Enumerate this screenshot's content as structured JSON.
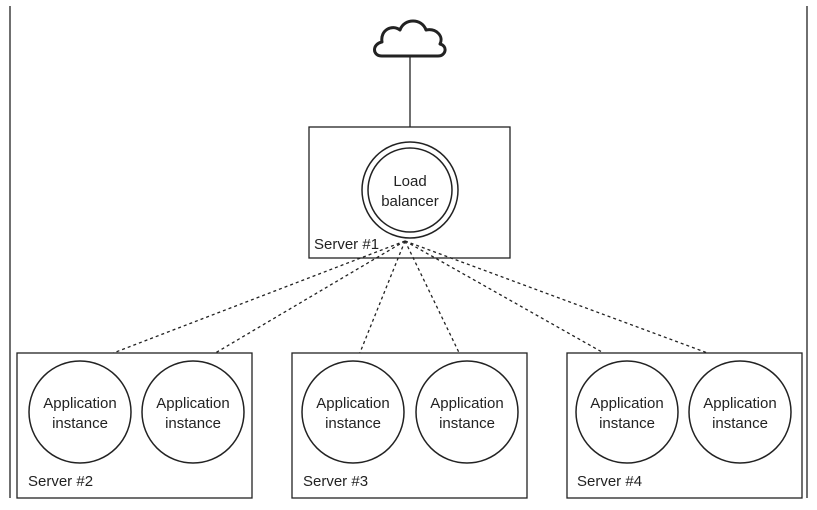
{
  "diagram": {
    "cloud": {
      "icon": "cloud-icon"
    },
    "load_balancer_server": {
      "label": "Server #1",
      "node": {
        "line1": "Load",
        "line2": "balancer"
      }
    },
    "servers": [
      {
        "label": "Server #2",
        "instances": [
          {
            "line1": "Application",
            "line2": "instance"
          },
          {
            "line1": "Application",
            "line2": "instance"
          }
        ]
      },
      {
        "label": "Server #3",
        "instances": [
          {
            "line1": "Application",
            "line2": "instance"
          },
          {
            "line1": "Application",
            "line2": "instance"
          }
        ]
      },
      {
        "label": "Server #4",
        "instances": [
          {
            "line1": "Application",
            "line2": "instance"
          },
          {
            "line1": "Application",
            "line2": "instance"
          }
        ]
      }
    ]
  }
}
